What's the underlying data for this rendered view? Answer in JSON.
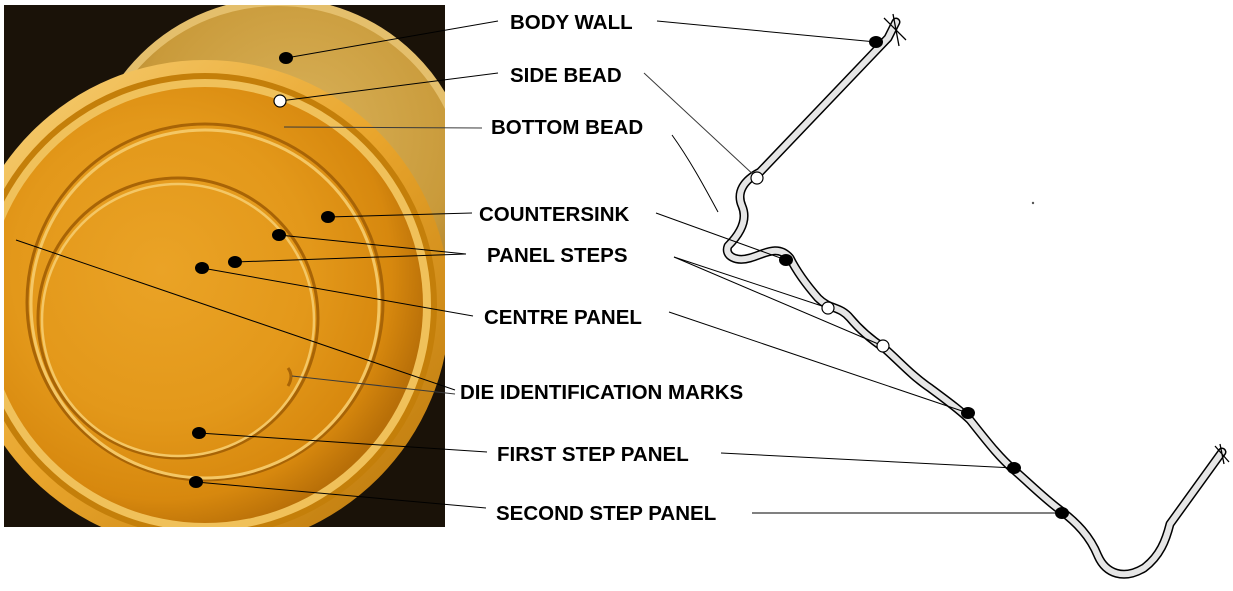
{
  "labels": {
    "body_wall": "BODY WALL",
    "side_bead": "SIDE BEAD",
    "bottom_bead": "BOTTOM BEAD",
    "countersink": "COUNTERSINK",
    "panel_steps": "PANEL STEPS",
    "centre_panel": "CENTRE PANEL",
    "die_identification_marks": "DIE IDENTIFICATION MARKS",
    "first_step_panel": "FIRST STEP PANEL",
    "second_step_panel": "SECOND STEP PANEL"
  },
  "colors": {
    "can_gold": "#e09a14",
    "can_highlight": "#f6cf6a",
    "can_shadow": "#b86f08",
    "background_dark": "#1a1208",
    "profile_fill": "#e6e6e6",
    "ink": "#000000"
  }
}
